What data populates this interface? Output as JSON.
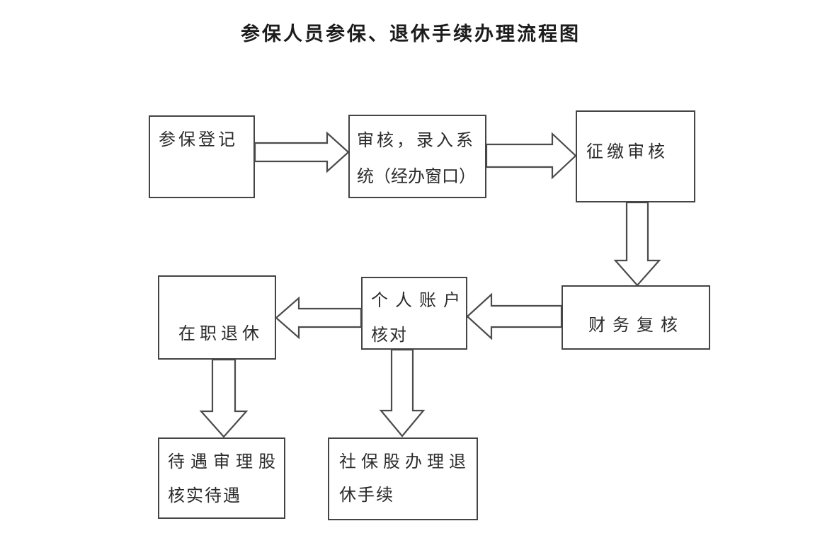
{
  "title": "参保人员参保、退休手续办理流程图",
  "flowchart": {
    "type": "flowchart",
    "nodes": [
      {
        "id": "enroll",
        "label": "参保登记",
        "lines": [
          "参保登记"
        ]
      },
      {
        "id": "review",
        "label": "审核，录入系统（经办窗口）",
        "lines": [
          "审核，录入系",
          "统（经办窗口）"
        ]
      },
      {
        "id": "collection",
        "label": "征缴审核",
        "lines": [
          "征缴审核"
        ]
      },
      {
        "id": "finance",
        "label": "财务复核",
        "lines": [
          "财务复核"
        ]
      },
      {
        "id": "account",
        "label": "个人账户核对",
        "lines": [
          "个人账户",
          "核对"
        ]
      },
      {
        "id": "retire",
        "label": "在职退休",
        "lines": [
          "在职退休"
        ]
      },
      {
        "id": "benefit",
        "label": "待遇审理股核实待遇",
        "lines": [
          "待遇审理股",
          "核实待遇"
        ]
      },
      {
        "id": "social",
        "label": "社保股办理退休手续",
        "lines": [
          "社保股办理退",
          "休手续"
        ]
      }
    ],
    "edges": [
      {
        "from": "参保登记",
        "to": "审核，录入系统（经办窗口）",
        "direction": "right"
      },
      {
        "from": "审核，录入系统（经办窗口）",
        "to": "征缴审核",
        "direction": "right"
      },
      {
        "from": "征缴审核",
        "to": "财务复核",
        "direction": "down"
      },
      {
        "from": "财务复核",
        "to": "个人账户核对",
        "direction": "left"
      },
      {
        "from": "个人账户核对",
        "to": "在职退休",
        "direction": "left"
      },
      {
        "from": "在职退休",
        "to": "待遇审理股核实待遇",
        "direction": "down"
      },
      {
        "from": "个人账户核对",
        "to": "社保股办理退休手续",
        "direction": "down"
      }
    ]
  },
  "colors": {
    "background": "#ffffff",
    "line": "#4b4b4b",
    "border": "#444444",
    "text": "#2b2b2b",
    "title_text": "#1c1c1c"
  }
}
